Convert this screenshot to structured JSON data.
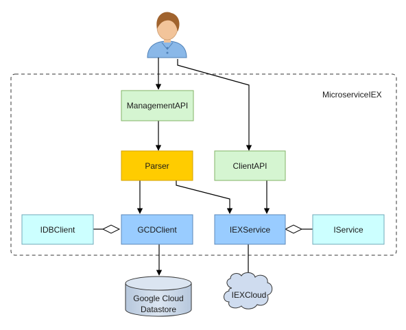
{
  "diagram": {
    "boundary_label": "MicroserviceIEX",
    "nodes": {
      "user": {
        "label": "",
        "icon": "user-icon"
      },
      "management_api": {
        "label": "ManagementAPI"
      },
      "client_api": {
        "label": "ClientAPI"
      },
      "parser": {
        "label": "Parser"
      },
      "idb_client": {
        "label": "IDBClient"
      },
      "gcd_client": {
        "label": "GCDClient"
      },
      "iex_service": {
        "label": "IEXService"
      },
      "iservice": {
        "label": "IService"
      },
      "datastore": {
        "line1": "Google Cloud",
        "line2": "Datastore"
      },
      "iex_cloud": {
        "label": "IEXCloud"
      }
    },
    "edges": [
      {
        "from": "user",
        "to": "management_api",
        "type": "arrow"
      },
      {
        "from": "user",
        "to": "client_api",
        "type": "arrow"
      },
      {
        "from": "management_api",
        "to": "parser",
        "type": "arrow"
      },
      {
        "from": "parser",
        "to": "gcd_client",
        "type": "arrow"
      },
      {
        "from": "parser",
        "to": "iex_service",
        "type": "arrow"
      },
      {
        "from": "client_api",
        "to": "iex_service",
        "type": "arrow"
      },
      {
        "from": "idb_client",
        "to": "gcd_client",
        "type": "aggregation"
      },
      {
        "from": "iservice",
        "to": "iex_service",
        "type": "aggregation"
      },
      {
        "from": "gcd_client",
        "to": "datastore",
        "type": "arrow"
      },
      {
        "from": "iex_service",
        "to": "iex_cloud",
        "type": "arrow"
      }
    ],
    "colors": {
      "green_fill": "#d5f5d1",
      "green_stroke": "#82b366",
      "orange_fill": "#ffcc00",
      "orange_stroke": "#d6a200",
      "cyan_fill": "#ccffff",
      "cyan_stroke": "#6fa8b8",
      "blue_fill": "#99ccff",
      "blue_stroke": "#5b87b8",
      "db_fill": "#c8d6e8",
      "cloud_fill": "#cfdcef"
    }
  }
}
